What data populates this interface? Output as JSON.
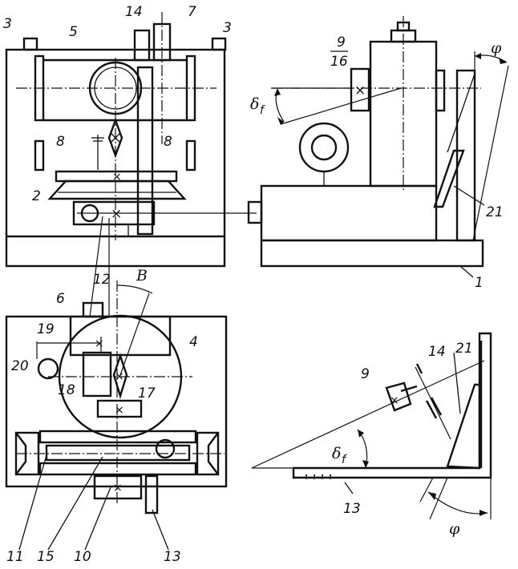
{
  "labels": {
    "l1": "1",
    "l2": "2",
    "l3a": "3",
    "l3b": "3",
    "l4": "4",
    "l5": "5",
    "l6": "6",
    "l7": "7",
    "l8a": "8",
    "l8b": "8",
    "l9_top": "9",
    "l16": "16",
    "l9_bottom": "9",
    "l10": "10",
    "l11": "11",
    "l12": "12",
    "l13a": "13",
    "l13b": "13",
    "l14a": "14",
    "l14b": "14",
    "l15": "15",
    "l17": "17",
    "l18": "18",
    "l19": "19",
    "l20": "20",
    "l21a": "21",
    "l21b": "21"
  },
  "symbols": {
    "phi_top": "φ",
    "phi_bottom": "φ",
    "beta": "B",
    "delta_top": "δ",
    "delta_top_sub": "f",
    "delta_bottom": "δ",
    "delta_bottom_sub": "f"
  }
}
